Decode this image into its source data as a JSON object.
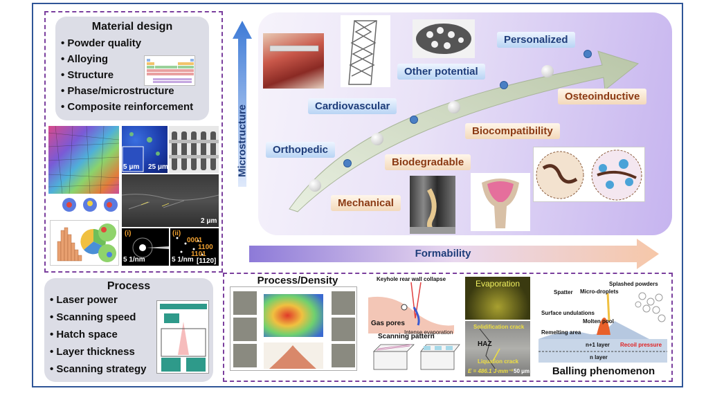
{
  "material": {
    "title": "Material design",
    "items": [
      "Powder quality",
      "Alloying",
      "Structure",
      "Phase/microstructure",
      "Composite reinforcement"
    ]
  },
  "micro_labels": {
    "scale1": "5 μm",
    "scale2": "25 μm",
    "scale3": "2 μm",
    "scale4": "5 1/nm",
    "scale5": "5 1/nm",
    "panel_i": "(i)",
    "panel_ii": "(ii)",
    "diff1": "0001",
    "diff2": "1100",
    "diff3": "1101",
    "diff4": "[1120]"
  },
  "axes": {
    "vertical": "Microstructure",
    "horizontal": "Formability"
  },
  "applications": {
    "blue": [
      "Personalized",
      "Other potential",
      "Cardiovascular",
      "Orthopedic"
    ],
    "tan": [
      "Osteoinductive",
      "Biocompatibility",
      "Biodegradable",
      "Mechanical"
    ]
  },
  "process": {
    "title": "Process",
    "items": [
      "Laser power",
      "Scanning speed",
      "Hatch space",
      "Layer thickness",
      "Scanning strategy"
    ]
  },
  "density": {
    "title": "Process/Density",
    "keyhole": "Keyhole rear wall collapse",
    "intense": "Intense evaporation",
    "gas_pores": "Gas pores",
    "scan_pattern": "Scanning pattern"
  },
  "evaporation": {
    "title": "Evaporation",
    "solid_crack": "Solidification crack",
    "haz": "HAZ",
    "liq_crack": "Liquation crack",
    "energy": "E = 486.1 J·mm⁻³",
    "scale": "50 μm"
  },
  "balling": {
    "title": "Balling phenomenon",
    "splashed": "Splashed powders",
    "spatter": "Spatter",
    "droplets": "Micro-droplets",
    "surface": "Surface undulations",
    "molten": "Molten pool",
    "remelting": "Remelting area",
    "n1": "n+1 layer",
    "recoil": "Recoil pressure",
    "n": "n layer"
  },
  "colors": {
    "frame": "#2f5597",
    "dashed": "#7a3e9d",
    "pill_blue_text": "#1f3d7a",
    "pill_tan_text": "#8b3a14"
  }
}
